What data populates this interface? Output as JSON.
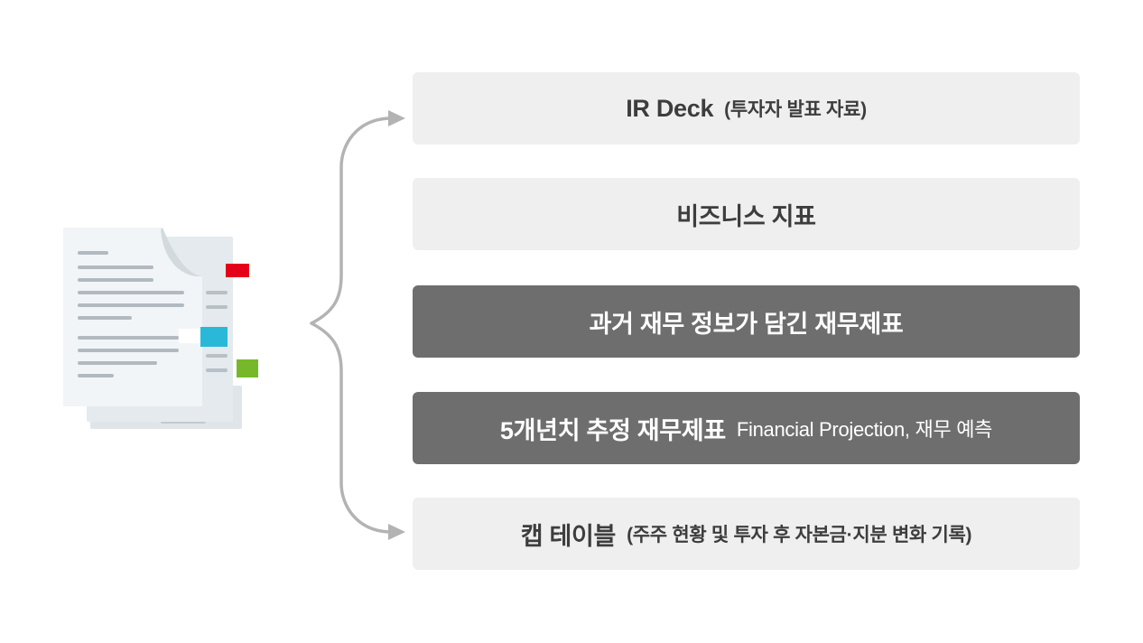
{
  "page": {
    "background": "#ffffff"
  },
  "icon": {
    "name": "document-stack-icon"
  },
  "connector": {
    "name": "brace-arrow",
    "color": "#b3b3b3"
  },
  "items": [
    {
      "title": "IR Deck",
      "subtitle": "(투자자 발표 자료)",
      "variant": "light"
    },
    {
      "title": "비즈니스 지표",
      "subtitle": "",
      "variant": "light"
    },
    {
      "title": "과거 재무 정보가 담긴 재무제표",
      "subtitle": "",
      "variant": "dark"
    },
    {
      "title": "5개년치 추정 재무제표",
      "subtitle": "Financial Projection, 재무 예측",
      "variant": "dark"
    },
    {
      "title": "캡 테이블",
      "subtitle": "(주주 현황 및 투자 후 자본금·지분 변화 기록)",
      "variant": "light"
    }
  ],
  "colors": {
    "light_bar": "#efefef",
    "dark_bar": "#6e6e6e",
    "text_dark": "#3d3d3d",
    "text_light": "#ffffff",
    "connector": "#b3b3b3",
    "tab_red": "#e50019",
    "tab_cyan": "#29b8d8",
    "tab_green": "#76b82a"
  }
}
